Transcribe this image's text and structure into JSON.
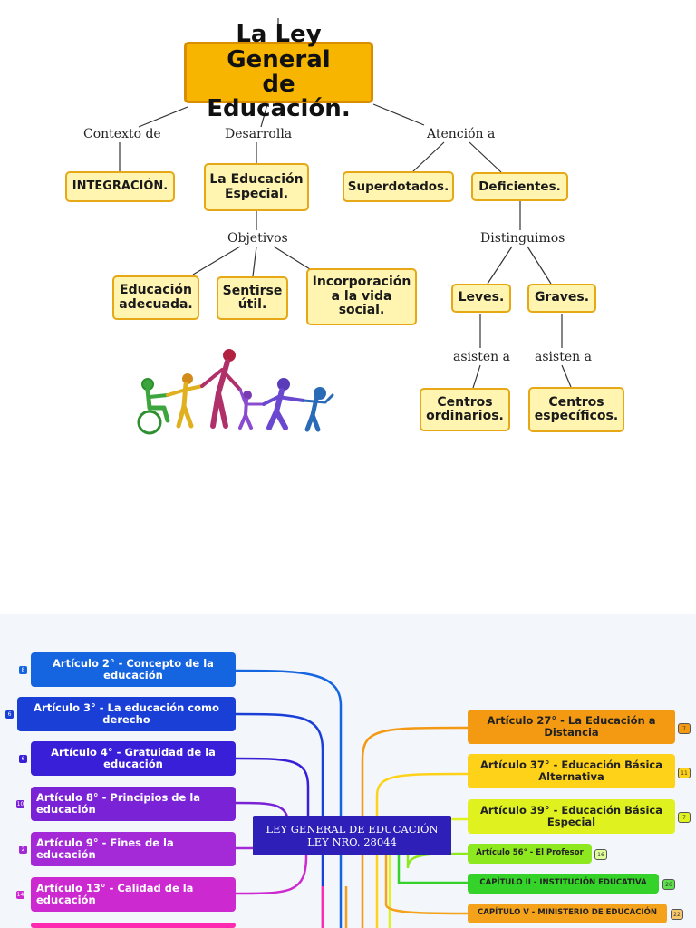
{
  "concept_map": {
    "title_line1": "La Ley General",
    "title_line2": "de Educación.",
    "labels": {
      "context": "Contexto de",
      "develops": "Desarrolla",
      "attention": "Atención a",
      "objectives": "Objetivos",
      "distinguish": "Distinguimos",
      "attend1": "asisten a",
      "attend2": "asisten a"
    },
    "nodes": {
      "integration": "INTEGRACIÓN.",
      "special_ed_1": "La Educación",
      "special_ed_2": "Especial.",
      "gifted": "Superdotados.",
      "deficient": "Deficientes.",
      "adequate_1": "Educación",
      "adequate_2": "adecuada.",
      "useful_1": "Sentirse",
      "useful_2": "útil.",
      "incorp_1": "Incorporación",
      "incorp_2": "a la vida",
      "incorp_3": "social.",
      "mild": "Leves.",
      "severe": "Graves.",
      "ordinary_1": "Centros",
      "ordinary_2": "ordinarios.",
      "specific_1": "Centros",
      "specific_2": "específicos."
    }
  },
  "mind_map": {
    "center_line1": "LEY GENERAL DE EDUCACIÓN",
    "center_line2": "LEY NRO. 28044",
    "left": [
      {
        "text": "Artículo 2° - Concepto de la educación",
        "color": "#1565e0",
        "badge": "8"
      },
      {
        "text": "Artículo 3° - La educación como derecho",
        "color": "#1a3fd6",
        "badge": "6"
      },
      {
        "text": "Artículo 4° - Gratuidad de la educación",
        "color": "#3a1fd8",
        "badge": "6"
      },
      {
        "text": "Artículo 8°  - Principios de la educación",
        "color": "#7a22d6",
        "badge": "10"
      },
      {
        "text": "Artículo 9°  - Fines de la educación",
        "color": "#a42ad8",
        "badge": "2"
      },
      {
        "text": "Artículo 13° - Calidad de la educación",
        "color": "#cc2ad0",
        "badge": "14"
      }
    ],
    "right": [
      {
        "text": "Artículo 27°  - La Educación a Distancia",
        "color": "#f39a12",
        "badge": "7"
      },
      {
        "text": "Artículo 37° - Educación Básica Alternativa",
        "color": "#ffd21a",
        "badge": "11"
      },
      {
        "text": "Artículo 39° - Educación Básica Especial",
        "color": "#dff21f",
        "badge": "7"
      },
      {
        "text": "Artículo 56° - El Profesor",
        "color": "#8ee81f",
        "badge": "16"
      },
      {
        "text": "CAPÍTULO II - INSTITUCIÓN EDUCATIVA",
        "color": "#35d22a",
        "badge": "26"
      },
      {
        "text": "CAPÍTULO V - MINISTERIO DE EDUCACIÓN",
        "color": "#f4a11c",
        "badge": "22"
      }
    ]
  }
}
